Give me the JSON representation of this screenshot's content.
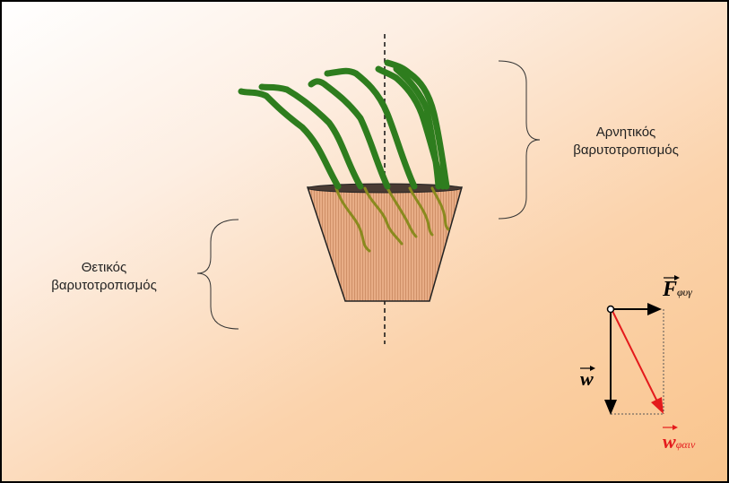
{
  "labels": {
    "negative_line1": "Αρνητικός",
    "negative_line2": "βαρυτοτροπισμός",
    "positive_line1": "Θετικός",
    "positive_line2": "βαρυτοτροπισμός"
  },
  "vectors": {
    "centrifugal_symbol": "F",
    "centrifugal_subscript": "φυγ",
    "weight_symbol": "w",
    "apparent_weight_symbol": "w",
    "apparent_weight_subscript": "φαιν"
  },
  "colors": {
    "stem": "#2e7d1e",
    "root": "#8a8a1e",
    "pot": "#e6a77e",
    "soil": "#4a3b33",
    "apparent_weight": "#e41a1c"
  }
}
